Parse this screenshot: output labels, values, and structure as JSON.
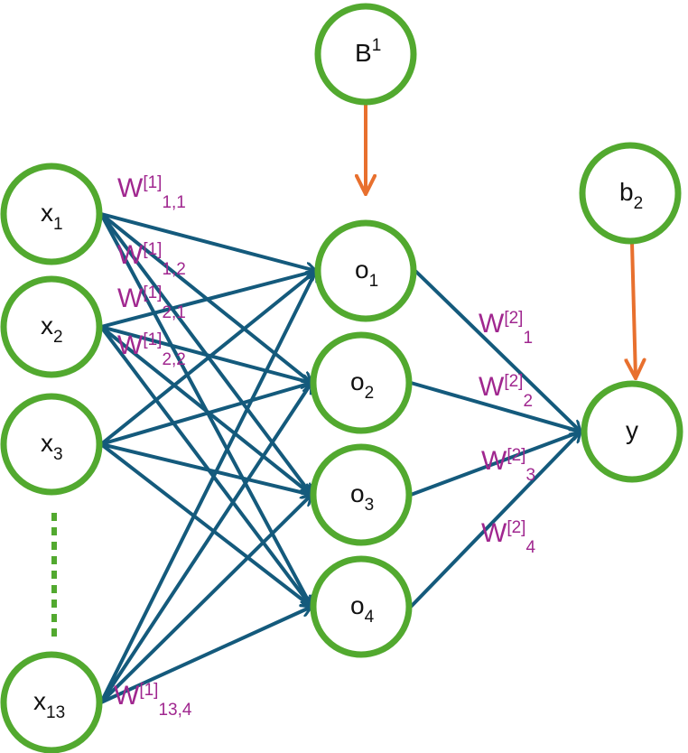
{
  "colors": {
    "node_stroke": "#52a92f",
    "edge": "#145a7c",
    "bias_edge": "#e8702e",
    "weight_label": "#a0278f"
  },
  "nodes": {
    "inputs": [
      {
        "id": "x1",
        "main": "x",
        "sub": "1"
      },
      {
        "id": "x2",
        "main": "x",
        "sub": "2"
      },
      {
        "id": "x3",
        "main": "x",
        "sub": "3"
      },
      {
        "id": "x13",
        "main": "x",
        "sub": "13"
      }
    ],
    "hidden": [
      {
        "id": "o1",
        "main": "o",
        "sub": "1"
      },
      {
        "id": "o2",
        "main": "o",
        "sub": "2"
      },
      {
        "id": "o3",
        "main": "o",
        "sub": "3"
      },
      {
        "id": "o4",
        "main": "o",
        "sub": "4"
      }
    ],
    "bias1": {
      "main": "B",
      "sup": "1"
    },
    "bias2": {
      "main": "b",
      "sub": "2"
    },
    "output": {
      "main": "y"
    }
  },
  "weights_layer1": [
    {
      "main": "W",
      "sup": "[1]",
      "sub": "1,1"
    },
    {
      "main": "W",
      "sup": "[1]",
      "sub": "1,2"
    },
    {
      "main": "W",
      "sup": "[1]",
      "sub": "2,1"
    },
    {
      "main": "W",
      "sup": "[1]",
      "sub": "2,2"
    },
    {
      "main": "W",
      "sup": "[1]",
      "sub": "13,4"
    }
  ],
  "weights_layer2": [
    {
      "main": "W",
      "sup": "[2]",
      "sub": "1"
    },
    {
      "main": "W",
      "sup": "[2]",
      "sub": "2"
    },
    {
      "main": "W",
      "sup": "[2]",
      "sub": "3"
    },
    {
      "main": "W",
      "sup": "[2]",
      "sub": "4"
    }
  ]
}
